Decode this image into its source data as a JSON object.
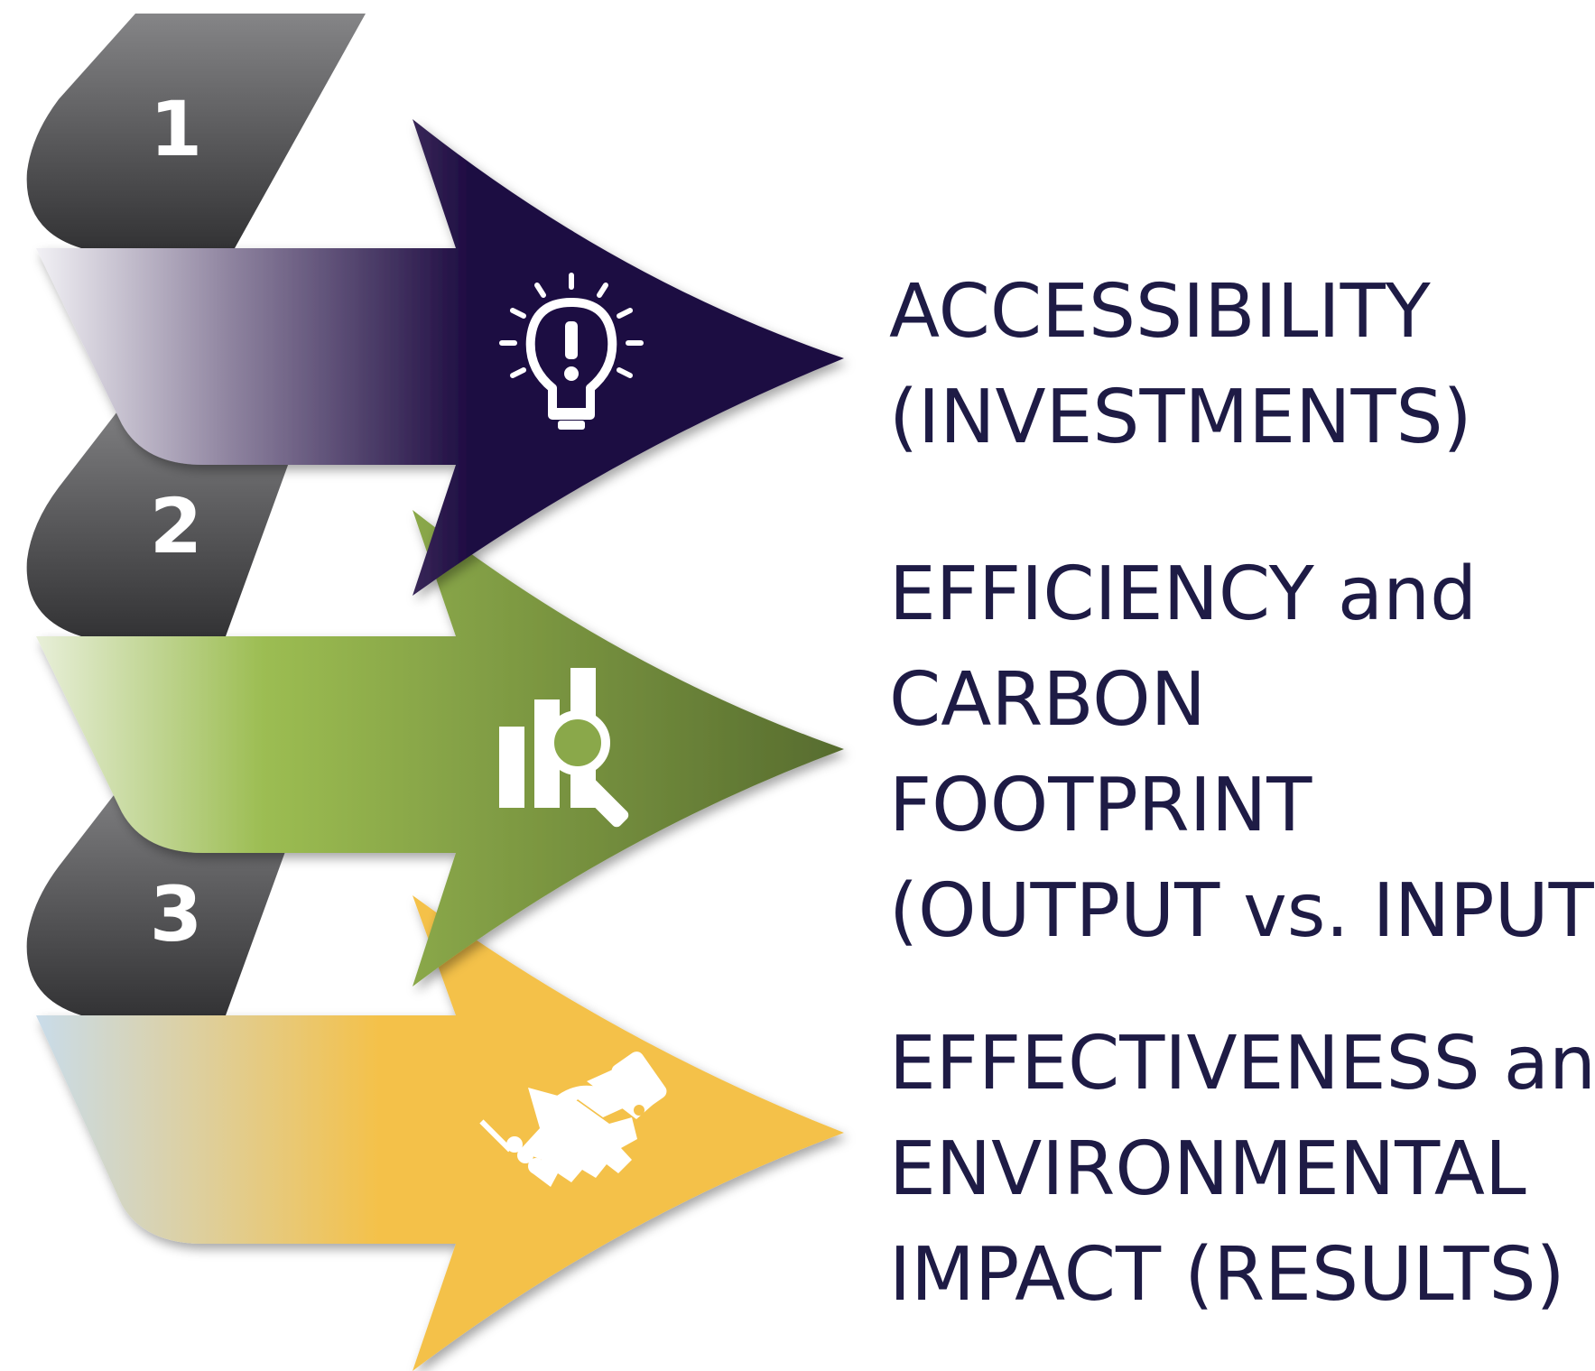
{
  "steps": [
    {
      "number": "1",
      "lines": [
        "ACCESSIBILITY",
        "(INVESTMENTS)"
      ],
      "icon": "lightbulb-exclamation-icon",
      "color": "#1e0c42",
      "gradient_start": "#f2f1f5"
    },
    {
      "number": "2",
      "lines": [
        "EFFICIENCY and",
        "CARBON",
        "FOOTPRINT",
        "(OUTPUT vs. INPUT)"
      ],
      "icon": "bar-chart-magnifier-icon",
      "color": "#566b2e",
      "accent": "#9cbd52",
      "gradient_start": "#e8efd9"
    },
    {
      "number": "3",
      "lines": [
        "EFFECTIVENESS and",
        "ENVIRONMENTAL",
        "IMPACT (RESULTS)"
      ],
      "icon": "handshake-icon",
      "color": "#f4c14a",
      "gradient_start": "#c9dcea"
    }
  ],
  "colors": {
    "tab_dark": "#3b3b3d",
    "tab_light": "#7a7a7c",
    "text": "#1e1b45"
  }
}
